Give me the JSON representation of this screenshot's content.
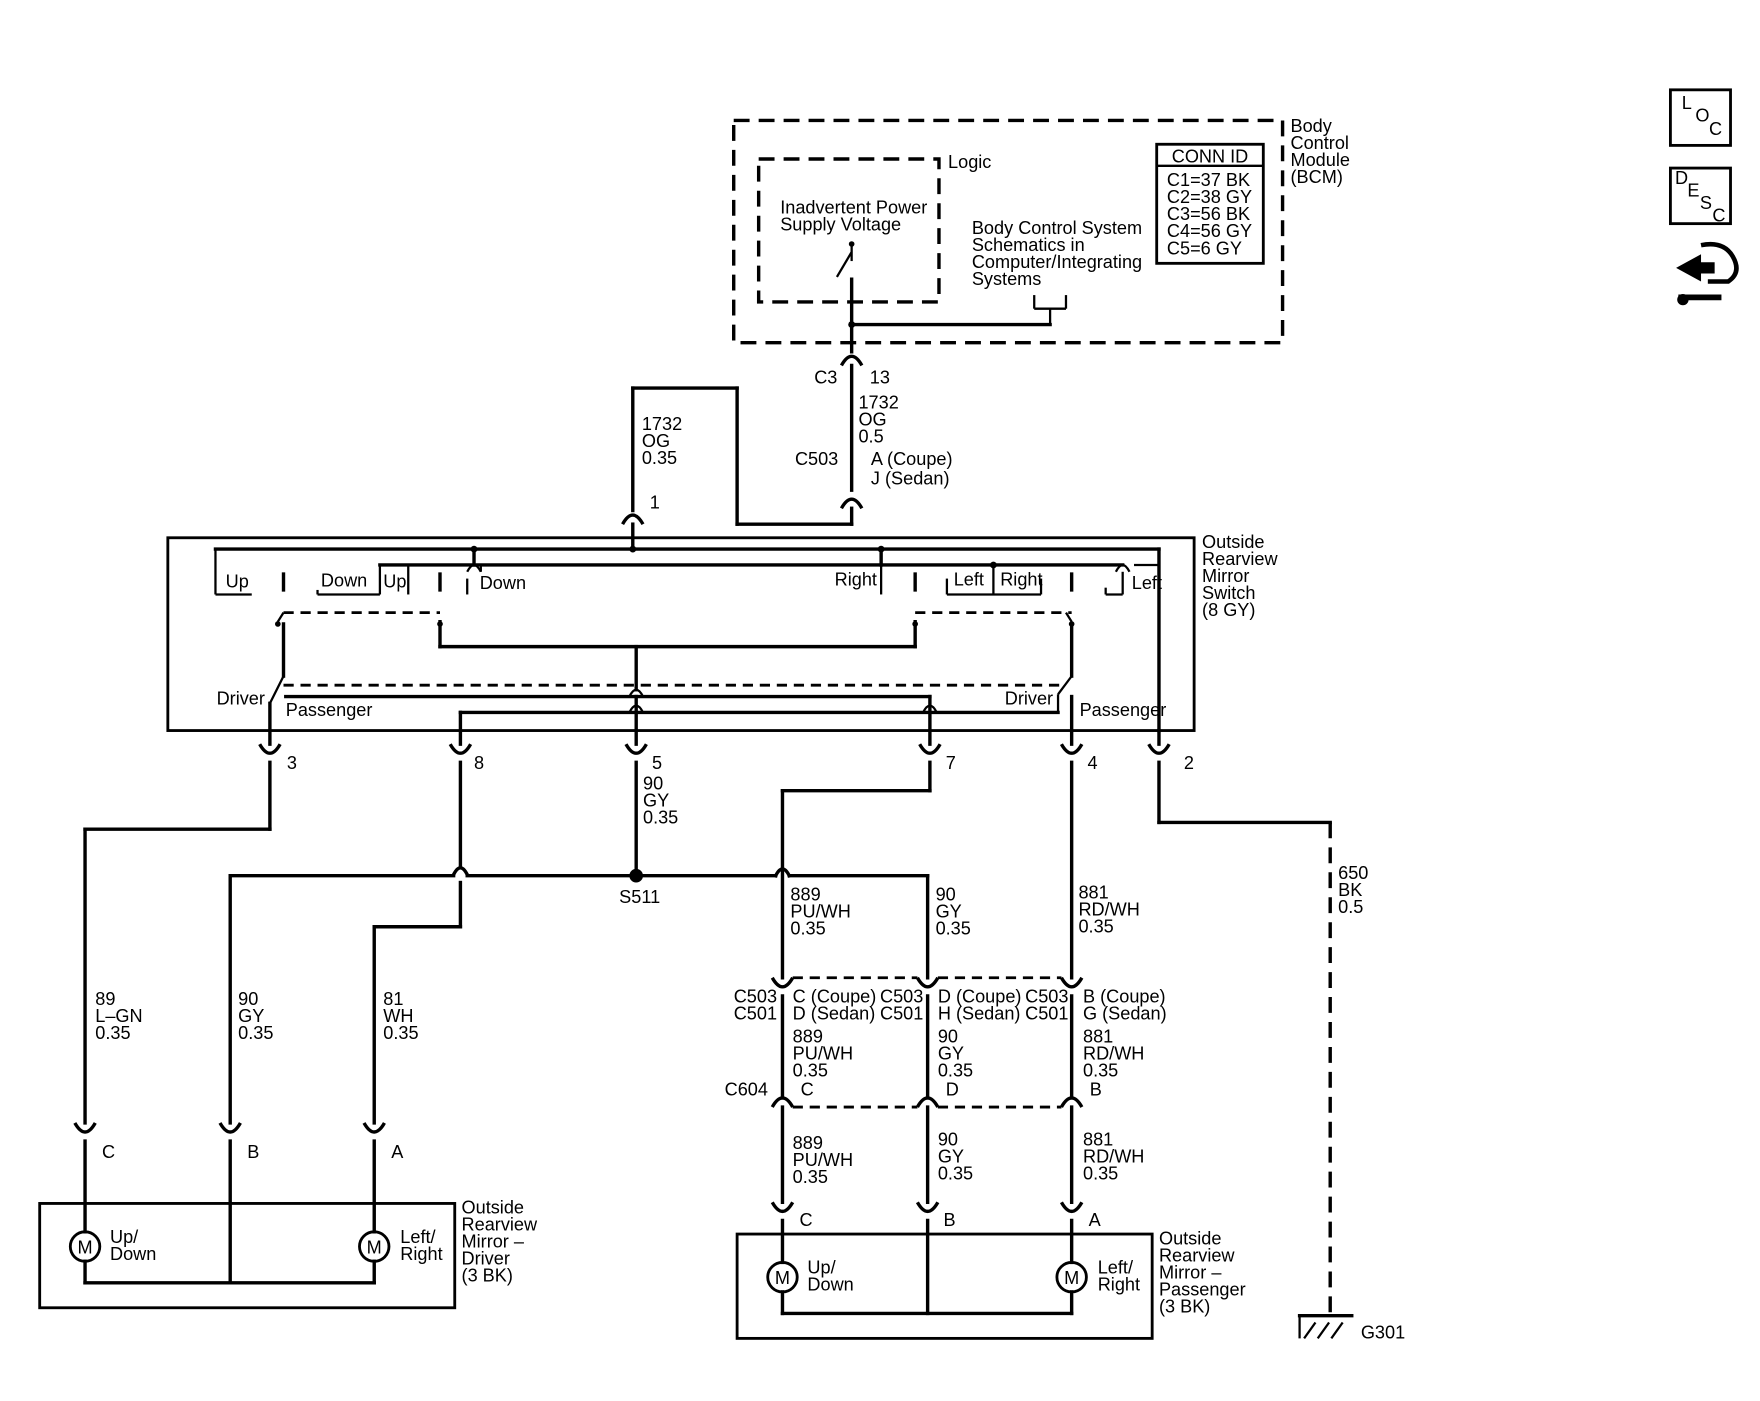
{
  "bcm": {
    "name": [
      "Body",
      "Control",
      "Module",
      "(BCM)"
    ],
    "logic_label": "Logic",
    "inadvertent": [
      "Inadvertent Power",
      "Supply Voltage"
    ],
    "body_control": [
      "Body Control System",
      "Schematics in",
      "Computer/Integrating",
      "Systems"
    ],
    "conn_id_title": "CONN ID",
    "conn_ids": [
      "C1=37 BK",
      "C2=38 GY",
      "C3=56 BK",
      "C4=56 GY",
      "C5=6 GY"
    ]
  },
  "bcm_connector": {
    "conn": "C3",
    "pin": "13"
  },
  "wire_1732_right": [
    "1732",
    "OG",
    "0.5"
  ],
  "wire_1732_left": [
    "1732",
    "OG",
    "0.35"
  ],
  "c503_top": {
    "conn": "C503",
    "pins": [
      "A (Coupe)",
      "J (Sedan)"
    ]
  },
  "switch": {
    "name": [
      "Outside",
      "Rearview",
      "Mirror",
      "Switch",
      "(8 GY)"
    ],
    "pin_top": "1",
    "labels": {
      "up_left": "Up",
      "down_left": "Down",
      "up_mid": "Up",
      "down_mid": "Down",
      "right_mid": "Right",
      "left_mid": "Left",
      "right_right": "Right",
      "left_right": "Left",
      "driver_left": "Driver",
      "passenger_left": "Passenger",
      "driver_right": "Driver",
      "passenger_right": "Passenger"
    },
    "bottom_pins": [
      "3",
      "8",
      "5",
      "7",
      "4",
      "2"
    ]
  },
  "wire_90_s511": [
    "90",
    "GY",
    "0.35"
  ],
  "splice": "S511",
  "driver_wires": [
    [
      "89",
      "L–GN",
      "0.35"
    ],
    [
      "90",
      "GY",
      "0.35"
    ],
    [
      "81",
      "WH",
      "0.35"
    ]
  ],
  "driver_pins": [
    "C",
    "B",
    "A"
  ],
  "driver_mirror": {
    "name": [
      "Outside",
      "Rearview",
      "Mirror –",
      "Driver",
      "(3 BK)"
    ],
    "motor": "M",
    "up_down": [
      "Up/",
      "Down"
    ],
    "left_right": [
      "Left/",
      "Right"
    ]
  },
  "pass_wires_upper": [
    [
      "889",
      "PU/WH",
      "0.35"
    ],
    [
      "90",
      "GY",
      "0.35"
    ],
    [
      "881",
      "RD/WH",
      "0.35"
    ]
  ],
  "c503_c501": {
    "conns": [
      "C503",
      "C501"
    ],
    "pins": [
      [
        "C (Coupe)",
        "D (Sedan)"
      ],
      [
        "D (Coupe)",
        "H (Sedan)"
      ],
      [
        "B (Coupe)",
        "G (Sedan)"
      ]
    ]
  },
  "pass_wires_mid": [
    [
      "889",
      "PU/WH",
      "0.35"
    ],
    [
      "90",
      "GY",
      "0.35"
    ],
    [
      "881",
      "RD/WH",
      "0.35"
    ]
  ],
  "c604": {
    "conn": "C604",
    "pins": [
      "C",
      "D",
      "B"
    ]
  },
  "pass_wires_lower": [
    [
      "889",
      "PU/WH",
      "0.35"
    ],
    [
      "90",
      "GY",
      "0.35"
    ],
    [
      "881",
      "RD/WH",
      "0.35"
    ]
  ],
  "pass_pins": [
    "C",
    "B",
    "A"
  ],
  "pass_mirror": {
    "name": [
      "Outside",
      "Rearview",
      "Mirror –",
      "Passenger",
      "(3 BK)"
    ],
    "motor": "M",
    "up_down": [
      "Up/",
      "Down"
    ],
    "left_right": [
      "Left/",
      "Right"
    ]
  },
  "ground_wire": [
    "650",
    "BK",
    "0.5"
  ],
  "ground": "G301",
  "side_icons": {
    "loc": [
      "L",
      "O",
      "C"
    ],
    "desc": [
      "D",
      "E",
      "S",
      "C"
    ]
  }
}
